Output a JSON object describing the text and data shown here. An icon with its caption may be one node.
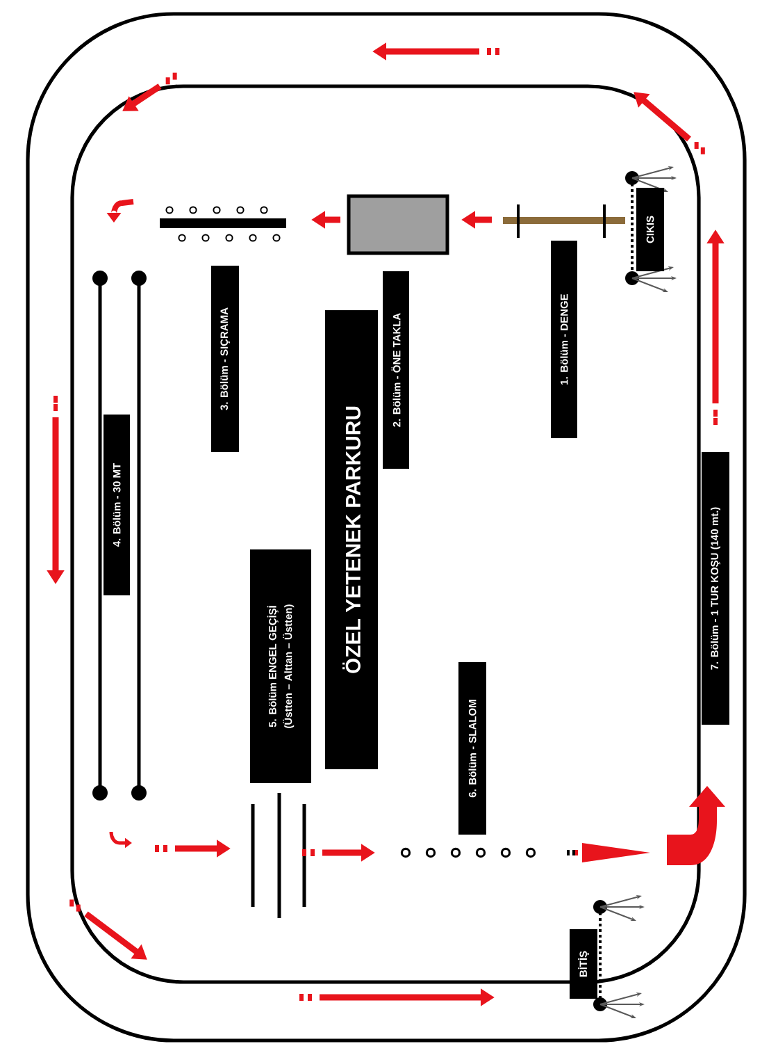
{
  "diagram": {
    "nodes": [
      {
        "text": [
          "ÖZEL YETENEK PARKURU"
        ]
      },
      {
        "text": [
          "1. Bölüm - DENGE"
        ]
      },
      {
        "text": [
          "2. Bölüm - ÖNE TAKLA"
        ]
      },
      {
        "text": [
          "3. Bölüm - SIÇRAMA"
        ]
      },
      {
        "text": [
          "4. Bölüm - 30 MT"
        ]
      },
      {
        "text": [
          "5. Bölüm ENGEL GEÇİŞİ",
          "(Üstten – Alttan – Üstten)"
        ]
      },
      {
        "text": [
          "6. Bölüm - SLALOM"
        ]
      },
      {
        "text": [
          "7. Bölüm - 1 TUR KOŞU (140 mt.)"
        ]
      },
      {
        "text": [
          "CIKIS"
        ]
      },
      {
        "text": [
          "BİTİŞ"
        ]
      }
    ]
  }
}
